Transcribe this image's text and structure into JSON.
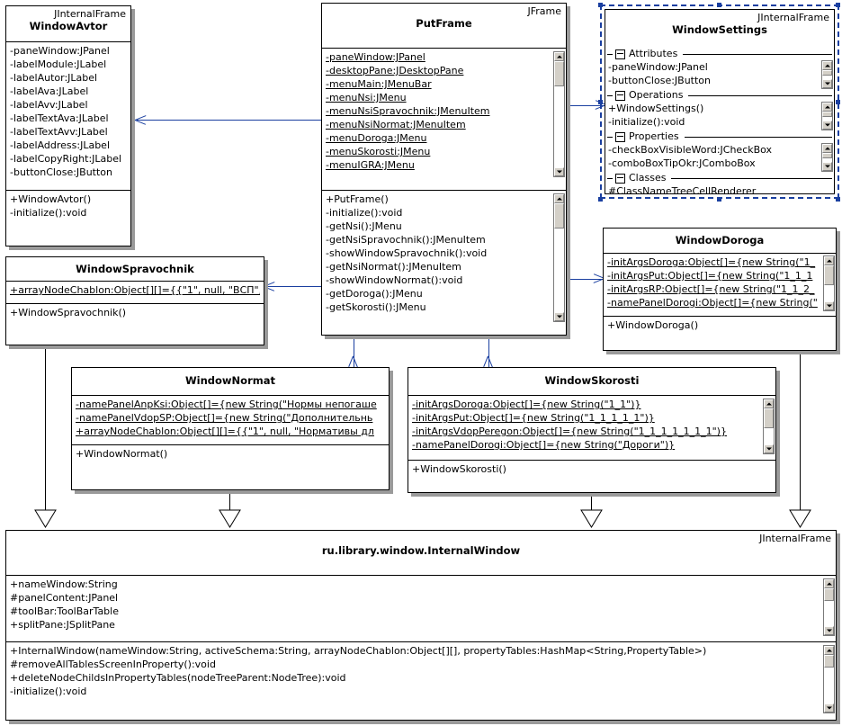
{
  "diagram": {
    "title": "UML class diagram",
    "accent": "#1a3fa0",
    "shadow": "#9a9a9a"
  },
  "classes": {
    "windowAvtor": {
      "stereotype": "JInternalFrame",
      "name": "WindowAvtor",
      "attributes": [
        "-paneWindow:JPanel",
        "-labelModule:JLabel",
        "-labelAutor:JLabel",
        "-labelAva:JLabel",
        "-labelAvv:JLabel",
        "-labelTextAva:JLabel",
        "-labelTextAvv:JLabel",
        "-labelAddress:JLabel",
        "-labelCopyRight:JLabel",
        "-buttonClose:JButton"
      ],
      "operations": [
        "+WindowAvtor()",
        "-initialize():void"
      ]
    },
    "putFrame": {
      "stereotype": "JFrame",
      "name": "PutFrame",
      "attributes": [
        "-paneWindow:JPanel",
        "-desktopPane:JDesktopPane",
        "-menuMain:JMenuBar",
        "-menuNsi:JMenu",
        "-menuNsiSpravochnik:JMenuItem",
        "-menuNsiNormat:JMenuItem",
        "-menuDoroga:JMenu",
        "-menuSkorosti:JMenu",
        "-menuIGRA:JMenu"
      ],
      "operations": [
        "+PutFrame()",
        "-initialize():void",
        "-getNsi():JMenu",
        "-getNsiSpravochnik():JMenuItem",
        "-showWindowSpravochnik():void",
        "-getNsiNormat():JMenuItem",
        "-showWindowNormat():void",
        "-getDoroga():JMenu",
        "-getSkorosti():JMenu"
      ]
    },
    "windowSettings": {
      "stereotype": "JInternalFrame",
      "name": "WindowSettings",
      "selected": true,
      "sections": [
        {
          "label": "Attributes",
          "items": [
            "-paneWindow:JPanel",
            "-buttonClose:JButton"
          ]
        },
        {
          "label": "Operations",
          "items": [
            "+WindowSettings()",
            "-initialize():void"
          ]
        },
        {
          "label": "Properties",
          "items": [
            "-checkBoxVisibleWord:JCheckBox",
            "-comboBoxTipOkr:JComboBox"
          ]
        },
        {
          "label": "Classes",
          "items": [
            "#ClassNameTreeCellRenderer"
          ]
        }
      ]
    },
    "windowSpravochnik": {
      "name": "WindowSpravochnik",
      "attributes": [
        "+arrayNodeChablon:Object[][]={{\"1\", null, \"ВСП\","
      ],
      "operations": [
        "+WindowSpravochnik()"
      ]
    },
    "windowDoroga": {
      "name": "WindowDoroga",
      "attributes": [
        "-initArgsDoroga:Object[]={new String(\"1_",
        "-initArgsPut:Object[]={new String(\"1_1_1",
        "-initArgsRP:Object[]={new String(\"1_1_2_",
        "-namePanelDorogi:Object[]={new String(\""
      ],
      "operations": [
        "+WindowDoroga()"
      ]
    },
    "windowNormat": {
      "name": "WindowNormat",
      "attributes": [
        "-namePanelAnpKsi:Object[]={new String(\"Нормы непогаше",
        "-namePanelVdopSP:Object[]={new String(\"Дополнительнь",
        "+arrayNodeChablon:Object[][]={{\"1\", null, \"Нормативы дл"
      ],
      "operations": [
        "+WindowNormat()"
      ]
    },
    "windowSkorosti": {
      "name": "WindowSkorosti",
      "attributes": [
        "-initArgsDoroga:Object[]={new String(\"1_1\")}",
        "-initArgsPut:Object[]={new String(\"1_1_1_1_1\")}",
        "-initArgsVdopPeregon:Object[]={new String(\"1_1_1_1_1_1_1\")}",
        "-namePanelDorogi:Object[]={new String(\"Дороги\")}"
      ],
      "operations": [
        "+WindowSkorosti()"
      ]
    },
    "internalWindow": {
      "stereotype": "JInternalFrame",
      "name": "ru.library.window.InternalWindow",
      "attributes": [
        "+nameWindow:String",
        "#panelContent:JPanel",
        "#toolBar:ToolBarTable",
        "+splitPane:JSplitPane"
      ],
      "operations": [
        "+InternalWindow(nameWindow:String, activeSchema:String, arrayNodeChablon:Object[][], propertyTables:HashMap<String,PropertyTable>)",
        "#removeAllTablesScreenInProperty():void",
        "+deleteNodeChildsInPropertyTables(nodeTreeParent:NodeTree):void",
        "-initialize():void"
      ]
    }
  }
}
